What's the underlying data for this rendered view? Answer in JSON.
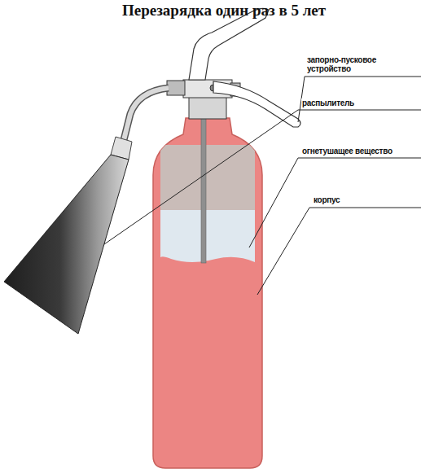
{
  "diagram": {
    "title": "Перезарядка один раз в 5 лет",
    "labels": [
      "запорно-пусковое устройство",
      "распылитель",
      "огнетушащее вещество",
      "корпус"
    ]
  }
}
